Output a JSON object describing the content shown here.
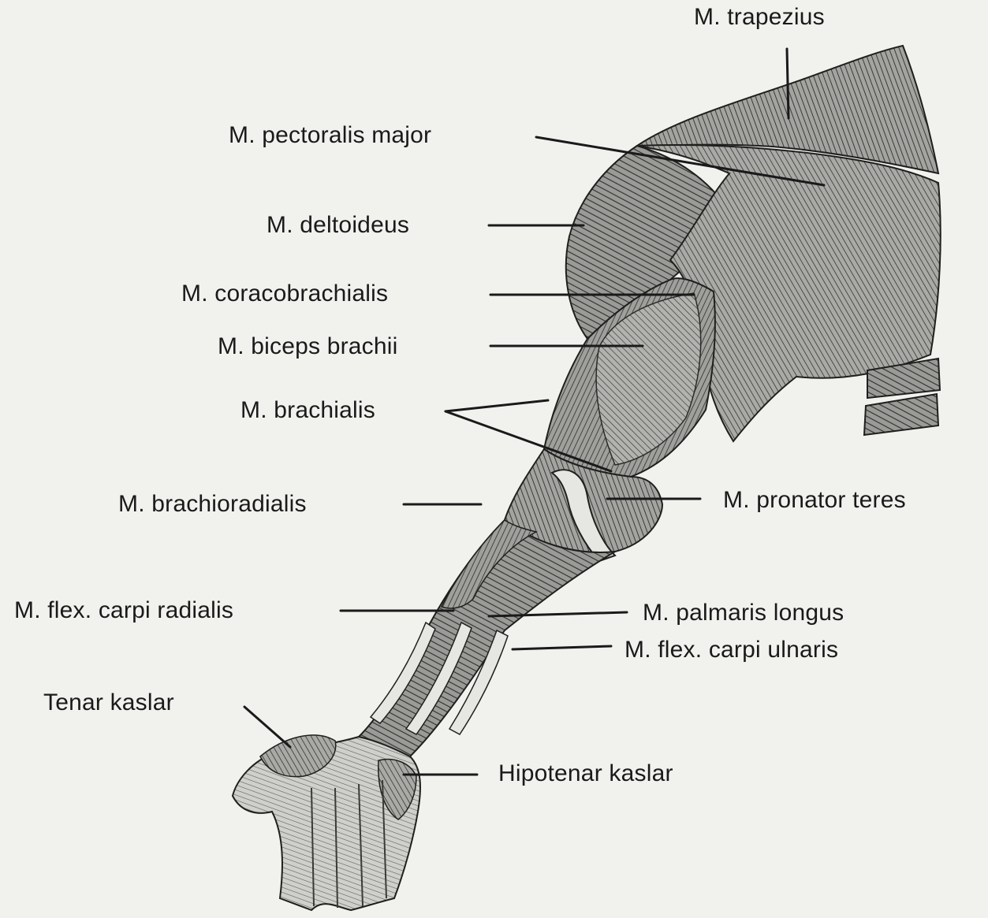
{
  "labels": {
    "trapezius": "M. trapezius",
    "pectoralis_major": "M. pectoralis major",
    "deltoideus": "M. deltoideus",
    "coracobrachialis": "M. coracobrachialis",
    "biceps_brachii": "M. biceps brachii",
    "brachialis": "M. brachialis",
    "brachioradialis": "M. brachioradialis",
    "pronator_teres": "M. pronator teres",
    "flex_carpi_radialis": "M. flex. carpi radialis",
    "palmaris_longus": "M. palmaris longus",
    "flex_carpi_ulnaris": "M. flex. carpi ulnaris",
    "tenar": "Tenar kaslar",
    "hipotenar": "Hipotenar kaslar"
  },
  "colors": {
    "background": "#f1f1ee",
    "ink": "#1a1a1a",
    "muscle_fill": "#8f8f8c",
    "muscle_dark": "#3c3c3a",
    "tendon": "#e6e6e2"
  }
}
